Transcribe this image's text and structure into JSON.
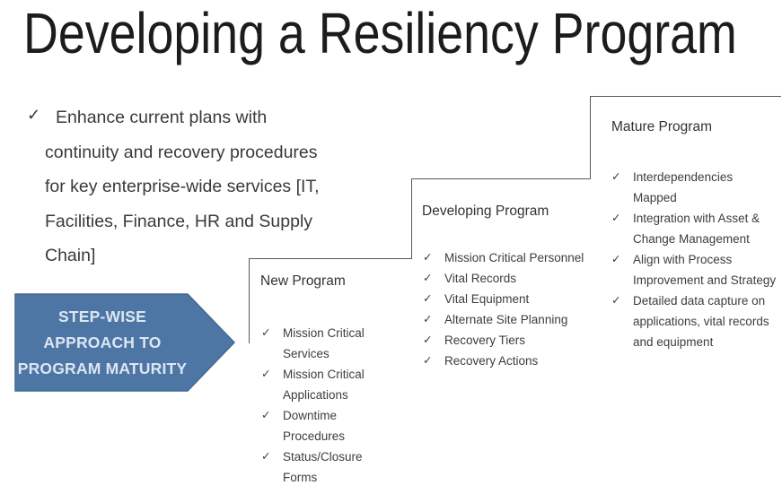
{
  "slide": {
    "title": "Developing a Resiliency Program"
  },
  "icons": {
    "check": "✓"
  },
  "colors": {
    "arrow_fill": "#4e76a4",
    "arrow_border": "#44688f",
    "arrow_text": "#dce6f2",
    "step_outline": "#595959",
    "body_text": "#3a3a3a",
    "background": "#ffffff"
  },
  "intro": {
    "lines": [
      "Enhance current plans with",
      "continuity and recovery procedures",
      "for key enterprise-wide services [IT,",
      "Facilities, Finance, HR and Supply",
      "Chain]"
    ]
  },
  "arrow": {
    "lines": [
      "STEP-WISE",
      "APPROACH TO",
      "PROGRAM MATURITY"
    ]
  },
  "steps": [
    {
      "title": "New Program",
      "items": [
        "Mission Critical Services",
        "Mission Critical Applications",
        "Downtime Procedures",
        "Status/Closure Forms"
      ]
    },
    {
      "title": "Developing Program",
      "items": [
        "Mission Critical Personnel",
        "Vital Records",
        "Vital Equipment",
        "Alternate Site Planning",
        "Recovery Tiers",
        "Recovery Actions"
      ]
    },
    {
      "title": "Mature Program",
      "items": [
        "Interdependencies Mapped",
        "Integration with Asset & Change Management",
        "Align with Process Improvement and Strategy",
        "Detailed data capture on applications, vital records and equipment"
      ]
    }
  ]
}
